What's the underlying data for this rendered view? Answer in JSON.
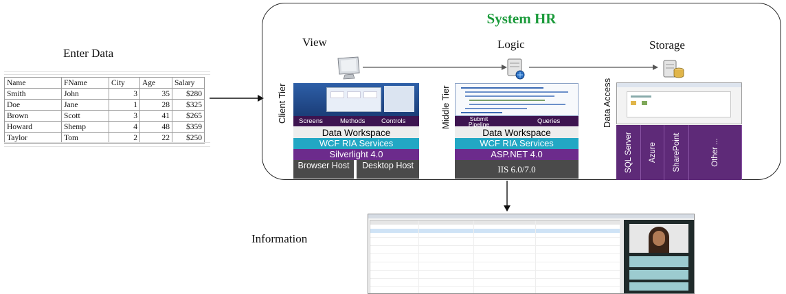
{
  "enter_data_label": "Enter Data",
  "information_label": "Information",
  "table": {
    "headers": [
      "Name",
      "FName",
      "City",
      "Age",
      "Salary"
    ],
    "rows": [
      [
        "Smith",
        "John",
        "3",
        "35",
        "$280"
      ],
      [
        "Doe",
        "Jane",
        "1",
        "28",
        "$325"
      ],
      [
        "Brown",
        "Scott",
        "3",
        "41",
        "$265"
      ],
      [
        "Howard",
        "Shemp",
        "4",
        "48",
        "$359"
      ],
      [
        "Taylor",
        "Tom",
        "2",
        "22",
        "$250"
      ]
    ]
  },
  "system": {
    "title": "System HR",
    "title_color": "#1a9a3a",
    "columns": {
      "view": "View",
      "logic": "Logic",
      "storage": "Storage"
    },
    "tiers": {
      "client": "Client Tier",
      "middle": "Middle Tier",
      "data": "Data Access"
    },
    "client_stack": {
      "tabs": [
        "Screens",
        "Methods",
        "Controls"
      ],
      "data_workspace": "Data Workspace",
      "wcf": "WCF RIA Services",
      "runtime": "Silverlight 4.0",
      "host_browser": "Browser Host",
      "host_desktop": "Desktop Host"
    },
    "middle_stack": {
      "tabs": [
        "Submit Pipeline",
        "Queries"
      ],
      "data_workspace": "Data Workspace",
      "wcf": "WCF RIA Services",
      "runtime": "ASP.NET 4.0",
      "server": "IIS 6.0/7.0"
    },
    "storage_items": [
      "SQL Server",
      "Azure",
      "SharePoint",
      "Other ..."
    ]
  },
  "colors": {
    "wcf": "#22a7c4",
    "purple": "#6c2b8c",
    "dark_purple": "#3d1450",
    "storage_purple": "#5e2a78"
  },
  "icons": [
    "monitor-icon",
    "server-icon",
    "database-server-icon",
    "arrow-right-icon",
    "arrow-down-icon"
  ]
}
